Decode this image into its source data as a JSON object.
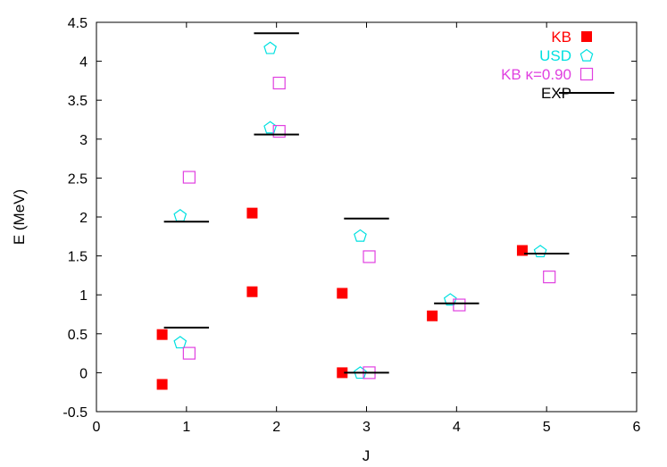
{
  "chart_data": {
    "type": "scatter",
    "title": "",
    "xlabel": "J",
    "ylabel": "E (MeV)",
    "xlim": [
      0,
      6
    ],
    "ylim": [
      -0.5,
      4.5
    ],
    "xticks": [
      0,
      1,
      2,
      3,
      4,
      5,
      6
    ],
    "yticks": [
      -0.5,
      0,
      0.5,
      1,
      1.5,
      2,
      2.5,
      3,
      3.5,
      4,
      4.5
    ],
    "xtick_labels": [
      "0",
      "1",
      "2",
      "3",
      "4",
      "5",
      "6"
    ],
    "ytick_labels": [
      "-0.5",
      "0",
      "0.5",
      "1",
      "1.5",
      "2",
      "2.5",
      "3",
      "3.5",
      "4",
      "4.5"
    ],
    "grid": false,
    "legend_position": "top-right",
    "series": [
      {
        "name": "KB",
        "marker": "filled-square",
        "color": "#ff0000",
        "points": [
          [
            0.73,
            0.49
          ],
          [
            0.73,
            -0.15
          ],
          [
            1.73,
            2.05
          ],
          [
            1.73,
            1.04
          ],
          [
            2.73,
            1.02
          ],
          [
            2.73,
            0.0
          ],
          [
            3.73,
            0.73
          ],
          [
            4.73,
            1.57
          ]
        ]
      },
      {
        "name": "USD",
        "marker": "open-pentagon",
        "color": "#00e0e0",
        "points": [
          [
            0.93,
            2.02
          ],
          [
            0.93,
            0.39
          ],
          [
            1.93,
            4.17
          ],
          [
            1.93,
            3.15
          ],
          [
            2.93,
            1.76
          ],
          [
            2.93,
            0.0
          ],
          [
            3.93,
            0.94
          ],
          [
            4.93,
            1.56
          ]
        ]
      },
      {
        "name": "KB κ=0.90",
        "marker": "open-square",
        "color": "#e040e0",
        "points": [
          [
            1.03,
            2.51
          ],
          [
            1.03,
            0.25
          ],
          [
            2.03,
            3.72
          ],
          [
            2.03,
            3.1
          ],
          [
            3.03,
            1.49
          ],
          [
            3.03,
            0.0
          ],
          [
            4.03,
            0.87
          ],
          [
            5.03,
            1.23
          ]
        ]
      },
      {
        "name": "EXP",
        "marker": "horizontal-line",
        "color": "#000000",
        "segments": [
          {
            "x0": 0.75,
            "x1": 1.25,
            "y": 1.94
          },
          {
            "x0": 0.75,
            "x1": 1.25,
            "y": 0.58
          },
          {
            "x0": 1.75,
            "x1": 2.25,
            "y": 4.36
          },
          {
            "x0": 1.75,
            "x1": 2.25,
            "y": 3.06
          },
          {
            "x0": 2.75,
            "x1": 3.25,
            "y": 1.98
          },
          {
            "x0": 2.75,
            "x1": 3.25,
            "y": 0.0
          },
          {
            "x0": 3.75,
            "x1": 4.25,
            "y": 0.89
          },
          {
            "x0": 4.75,
            "x1": 5.25,
            "y": 1.53
          }
        ]
      }
    ]
  }
}
